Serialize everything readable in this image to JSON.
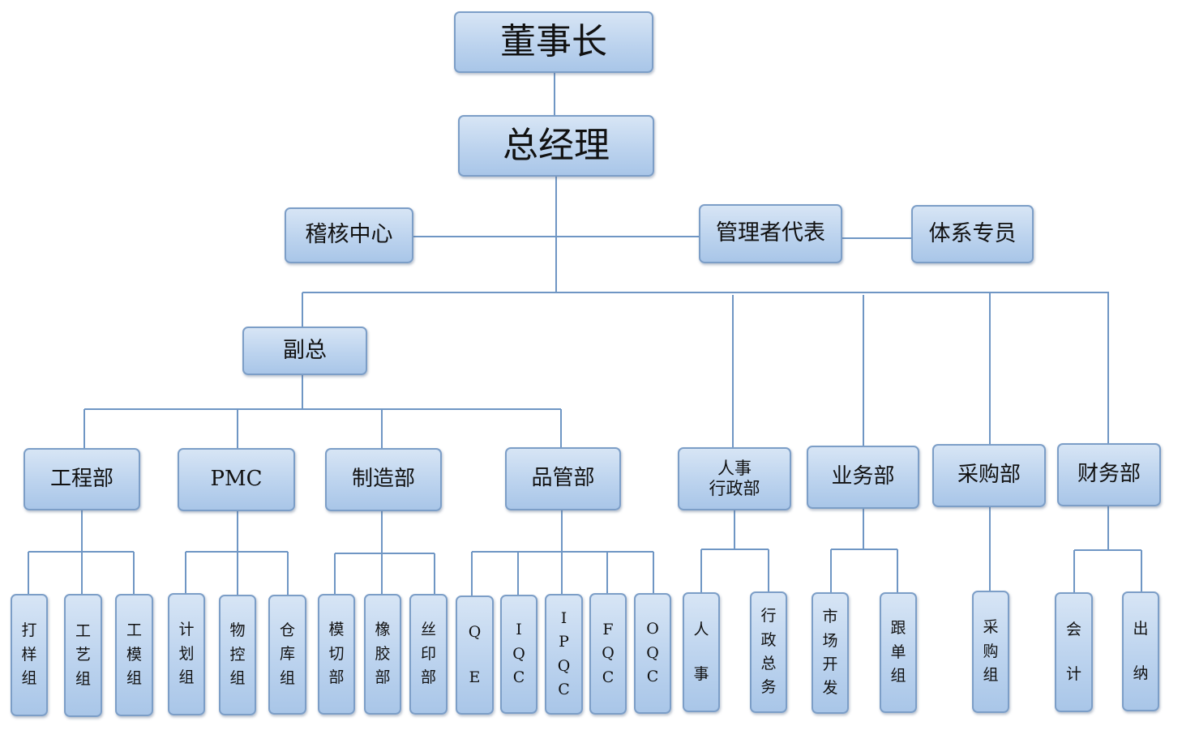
{
  "chairman": "董事长",
  "gm": "总经理",
  "audit": "稽核中心",
  "mgmt_rep": "管理者代表",
  "system_specialist": "体系专员",
  "vp": "副总",
  "engineering": "工程部",
  "pmc": "PMC",
  "manufacturing": "制造部",
  "quality": "品管部",
  "hr_admin_line1": "人事",
  "hr_admin_line2": "行政部",
  "sales": "业务部",
  "purchasing": "采购部",
  "finance": "财务部",
  "leaves": {
    "sample": "打样组",
    "process": "工艺组",
    "tooling": "工模组",
    "planning": "计划组",
    "material": "物控组",
    "warehouse": "仓库组",
    "diecut": "模切部",
    "rubber": "橡胶部",
    "silkscreen": "丝印部",
    "qe": "QE",
    "iqc": "IQC",
    "ipqc": "IPQC",
    "fqc": "FQC",
    "oqc": "OQC",
    "personnel": "人事",
    "admin": "行政总务",
    "market": "市场开发",
    "followup": "跟单组",
    "purchase_group": "采购组",
    "accounting": "会计",
    "cashier": "出纳"
  }
}
